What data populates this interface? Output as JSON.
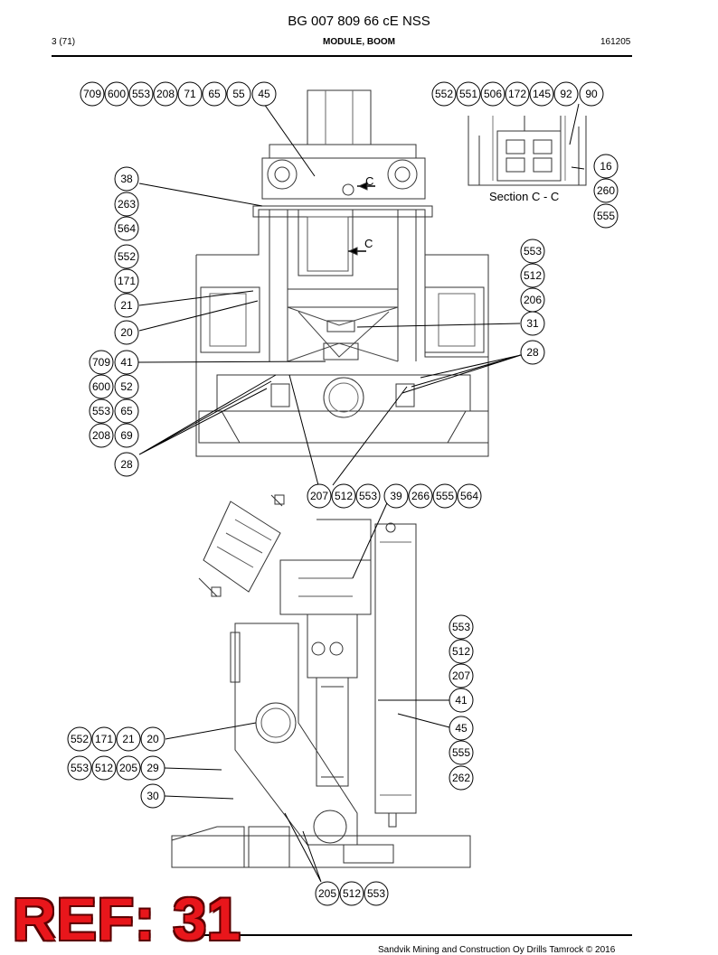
{
  "header": {
    "doc_number": "BG 007 809 66 cE NSS",
    "page": "3 (71)",
    "section": "MODULE, BOOM",
    "date": "161205"
  },
  "drawing": {
    "section_label": "Section C - C",
    "cut_label_1": "C",
    "cut_label_2": "C"
  },
  "balloons": {
    "b709a": "709",
    "b600a": "600",
    "b553a": "553",
    "b208a": "208",
    "b71": "71",
    "b65a": "65",
    "b55": "55",
    "b45a": "45",
    "b552a": "552",
    "b551": "551",
    "b506": "506",
    "b172": "172",
    "b145": "145",
    "b92": "92",
    "b90": "90",
    "b16": "16",
    "b260": "260",
    "b555a": "555",
    "b38": "38",
    "b263": "263",
    "b564a": "564",
    "b552b": "552",
    "b171a": "171",
    "b21a": "21",
    "b20a": "20",
    "b553b": "553",
    "b512a": "512",
    "b206": "206",
    "b31": "31",
    "b28a": "28",
    "b709b": "709",
    "b41a": "41",
    "b600b": "600",
    "b52": "52",
    "b553c": "553",
    "b65b": "65",
    "b208b": "208",
    "b69": "69",
    "b28b": "28",
    "b207a": "207",
    "b512b": "512",
    "b553d": "553",
    "b39": "39",
    "b266": "266",
    "b555b": "555",
    "b564b": "564",
    "b553e": "553",
    "b512c": "512",
    "b207b": "207",
    "b41b": "41",
    "b45b": "45",
    "b555c": "555",
    "b262": "262",
    "b552c": "552",
    "b171b": "171",
    "b21b": "21",
    "b20b": "20",
    "b553f": "553",
    "b512d": "512",
    "b205a": "205",
    "b29": "29",
    "b30": "30",
    "b205b": "205",
    "b512e": "512",
    "b553g": "553"
  },
  "overlay": {
    "ref_text": "REF: 31"
  },
  "footer": {
    "copyright": "Sandvik Mining and Construction Oy Drills Tamrock © 2016"
  }
}
